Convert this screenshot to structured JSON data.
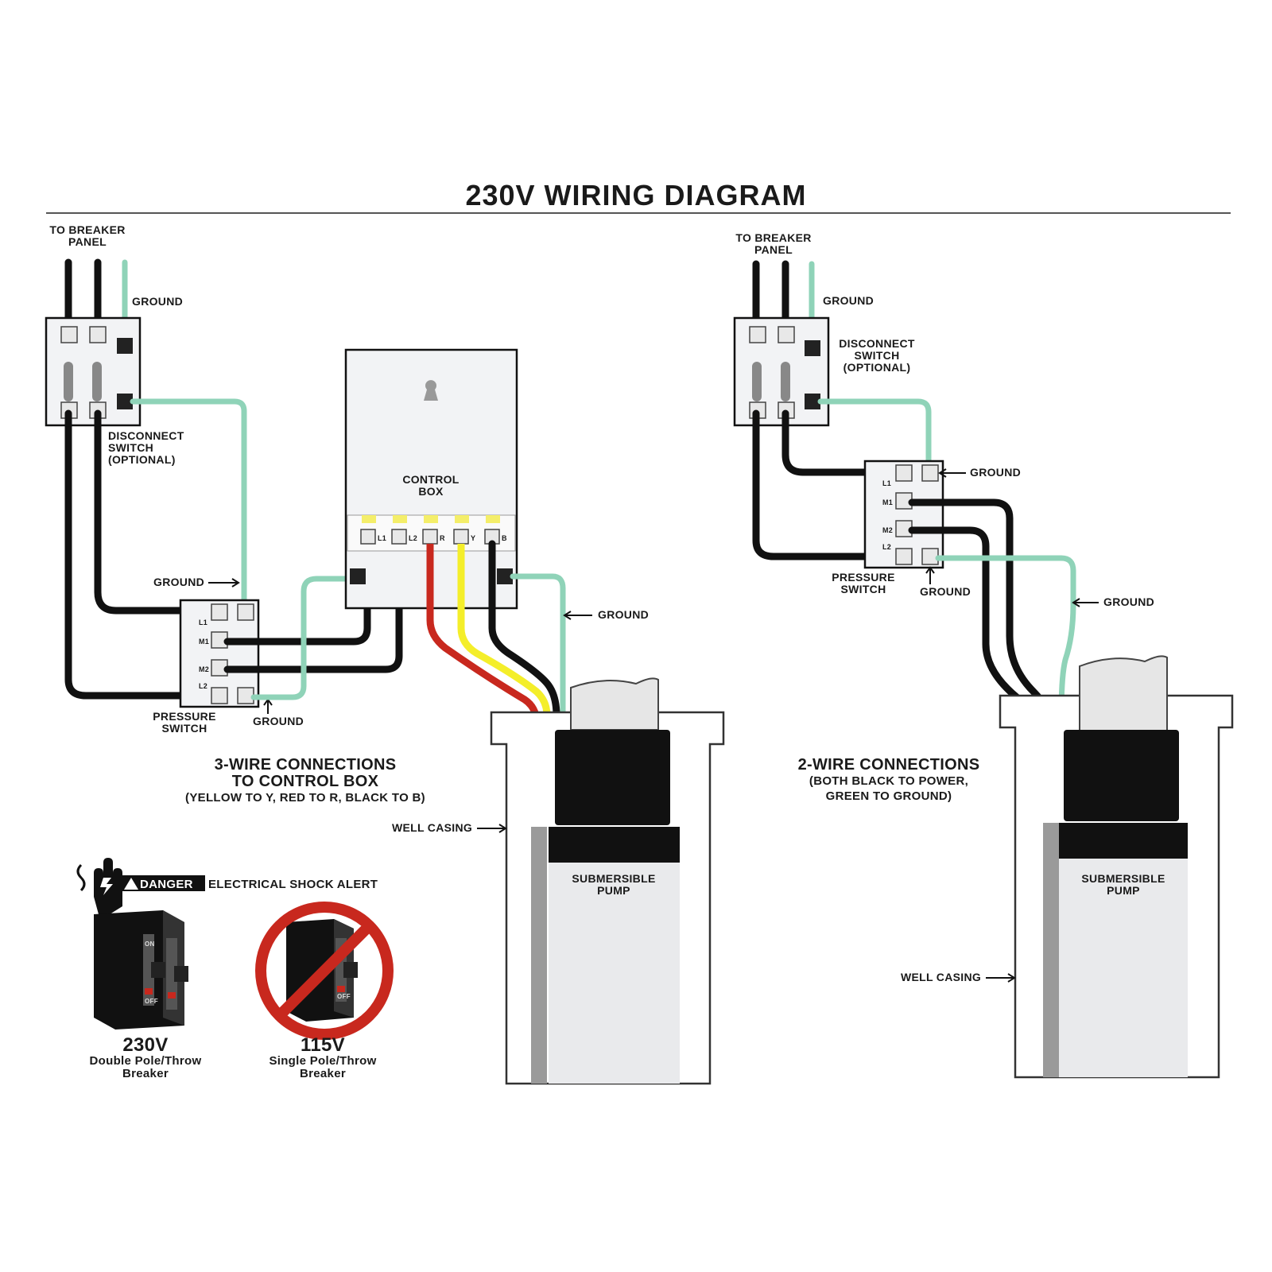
{
  "title": "230V WIRING DIAGRAM",
  "left": {
    "breaker_panel": "TO BREAKER PANEL",
    "breaker_panel_lines": [
      "TO BREAKER",
      "PANEL"
    ],
    "ground_top": "GROUND",
    "disconnect_lines": [
      "DISCONNECT",
      "SWITCH",
      "(OPTIONAL)"
    ],
    "ground_ps": "GROUND",
    "ground_ps_bottom": "GROUND",
    "pressure_switch_lines": [
      "PRESSURE",
      "SWITCH"
    ],
    "terminal_labels": [
      "L1",
      "M1",
      "M2",
      "L2"
    ],
    "control_box_lines": [
      "CONTROL",
      "BOX"
    ],
    "cb_terminals": [
      "L1",
      "L2",
      "R",
      "Y",
      "B"
    ],
    "ground_cb": "GROUND",
    "heading_lines": [
      "3-WIRE CONNECTIONS",
      "TO CONTROL BOX",
      "(YELLOW TO Y, RED TO R, BLACK TO B)"
    ],
    "well_casing": "WELL CASING",
    "pump_lines": [
      "SUBMERSIBLE",
      "PUMP"
    ]
  },
  "right": {
    "breaker_panel_lines": [
      "TO BREAKER",
      "PANEL"
    ],
    "ground_top": "GROUND",
    "disconnect_lines": [
      "DISCONNECT",
      "SWITCH",
      "(OPTIONAL)"
    ],
    "ground_ps_right": "GROUND",
    "terminal_labels": [
      "L1",
      "M1",
      "M2",
      "L2"
    ],
    "pressure_switch_lines": [
      "PRESSURE",
      "SWITCH"
    ],
    "ground_ps_bottom": "GROUND",
    "ground_pipe": "GROUND",
    "heading_lines": [
      "2-WIRE CONNECTIONS",
      "(BOTH BLACK TO POWER,",
      "GREEN TO GROUND)"
    ],
    "pump_lines": [
      "SUBMERSIBLE",
      "PUMP"
    ],
    "well_casing": "WELL CASING"
  },
  "alert": {
    "danger": "DANGER",
    "message": "ELECTRICAL SHOCK ALERT",
    "breaker_on": "ON",
    "breaker_off": "OFF",
    "ok_voltage": "230V",
    "ok_lines": [
      "Double Pole/Throw",
      "Breaker"
    ],
    "no_voltage": "115V",
    "no_lines": [
      "Single Pole/Throw",
      "Breaker"
    ]
  },
  "colors": {
    "black_wire": "#111111",
    "ground_wire": "#8fd3b8",
    "red_wire": "#c8281e",
    "yellow_wire": "#f4ee2a",
    "prohibited": "#c8281e"
  }
}
